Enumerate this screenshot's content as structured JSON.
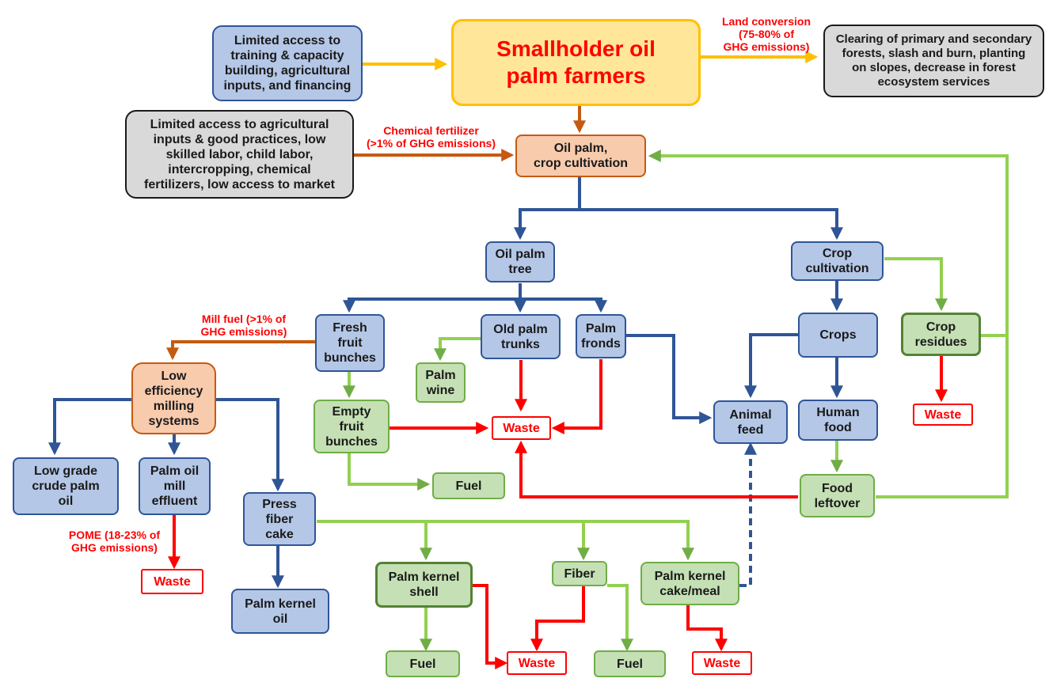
{
  "diagram": {
    "colors": {
      "blue_fill": "#b4c7e7",
      "blue_line": "#2f5597",
      "green_fill": "#c5e0b4",
      "green_line": "#70ad47",
      "orange_fill": "#f8cbad",
      "orange_line": "#c55a11",
      "gray_fill": "#d9d9d9",
      "yellow_fill": "#ffe699",
      "yellow_line": "#ffc000",
      "red": "#ff0000"
    },
    "nodes": {
      "smallholder": "Smallholder oil\npalm farmers",
      "limited_training": "Limited access to\ntraining & capacity\nbuilding, agricultural\ninputs, and financing",
      "clearing": "Clearing of primary and secondary\nforests, slash and burn, planting\non slopes, decrease in forest\necosystem services",
      "limited_inputs": "Limited access to agricultural\ninputs & good practices, low\nskilled labor, child labor,\nintercropping, chemical\nfertilizers, low access to market",
      "oil_palm_crop": "Oil palm,\ncrop cultivation",
      "oil_palm_tree": "Oil palm\ntree",
      "crop_cultivation": "Crop\ncultivation",
      "fresh_fruit": "Fresh\nfruit\nbunches",
      "old_trunks": "Old palm\ntrunks",
      "palm_fronds": "Palm\nfronds",
      "crops": "Crops",
      "crop_residues": "Crop\nresidues",
      "palm_wine": "Palm\nwine",
      "low_efficiency": "Low\nefficiency\nmilling\nsystems",
      "empty_fruit": "Empty\nfruit\nbunches",
      "waste_center": "Waste",
      "animal_feed": "Animal\nfeed",
      "human_food": "Human\nfood",
      "waste_residues": "Waste",
      "low_grade": "Low grade\ncrude palm\noil",
      "pome": "Palm oil\nmill\neffluent",
      "fuel_efb": "Fuel",
      "food_leftover": "Food\nleftover",
      "press_fiber": "Press\nfiber\ncake",
      "waste_pome": "Waste",
      "kernel_shell": "Palm kernel\nshell",
      "fiber": "Fiber",
      "kernel_cake": "Palm kernel\ncake/meal",
      "kernel_oil": "Palm kernel\noil",
      "fuel_shell": "Fuel",
      "waste_bottom": "Waste",
      "fuel_fiber": "Fuel",
      "waste_cake": "Waste"
    },
    "notes": {
      "land_conversion": "Land conversion\n(75-80% of\nGHG emissions)",
      "chemical_fertilizer": "Chemical fertilizer\n(>1% of GHG emissions)",
      "mill_fuel": "Mill fuel (>1% of\nGHG emissions)",
      "pome_ghg": "POME (18-23% of\nGHG emissions)"
    }
  }
}
